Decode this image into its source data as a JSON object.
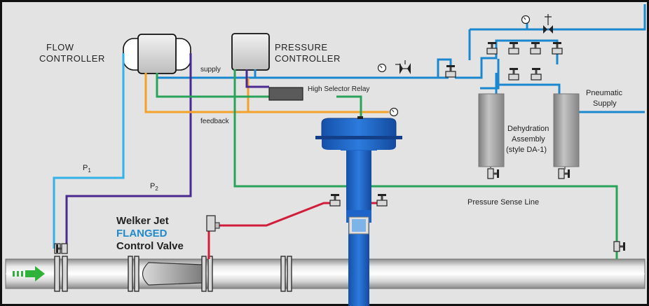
{
  "labels": {
    "flow_controller_1": "FLOW",
    "flow_controller_2": "CONTROLLER",
    "pressure_controller_1": "PRESSURE",
    "pressure_controller_2": "CONTROLLER",
    "supply": "supply",
    "high_selector_relay": "High Selector Relay",
    "feedback": "feedback",
    "pneumatic_supply_1": "Pneumatic",
    "pneumatic_supply_2": "Supply",
    "dehydration_1": "Dehydration",
    "dehydration_2": "Assembly",
    "dehydration_3": "(style DA-1)",
    "pressure_sense_line": "Pressure Sense Line",
    "p1": "P",
    "p1_sub": "1",
    "p2": "P",
    "p2_sub": "2",
    "valve_title_1": "Welker Jet",
    "valve_title_2": "FLANGED",
    "valve_title_3": "Control Valve"
  },
  "colors": {
    "background": "#E3E3E3",
    "border": "#111111",
    "supply_line": "#1A87CF",
    "p1_line": "#33B2E8",
    "p2_line": "#4B2A8F",
    "sense_line": "#2AA35A",
    "feedback_line": "#F2A22A",
    "signal_line": "#D11C3A",
    "actuator": "#1E63C8",
    "relay_box": "#5A5A5A",
    "dehydrator": "#A0A0A0",
    "flow_arrow": "#2FB23A",
    "flanged_text": "#1F8ACC"
  },
  "icons": [
    "gauge-icon",
    "needle-valve-icon",
    "regulator-icon",
    "flow-arrow-icon",
    "flange-icon"
  ]
}
